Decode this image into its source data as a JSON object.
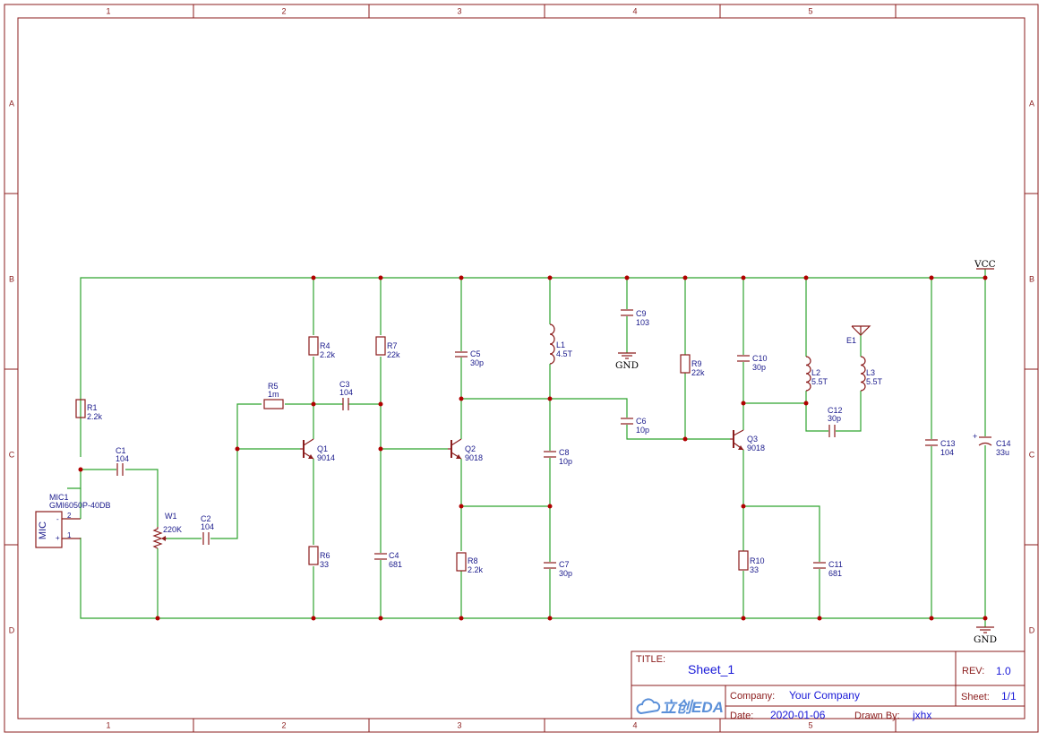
{
  "frame": {
    "columns": [
      "1",
      "2",
      "3",
      "4",
      "5"
    ],
    "rows": [
      "A",
      "B",
      "C",
      "D"
    ]
  },
  "nets": {
    "vcc": "VCC",
    "gnd": "GND"
  },
  "components": {
    "r1": {
      "ref": "R1",
      "value": "2.2k"
    },
    "r4": {
      "ref": "R4",
      "value": "2.2k"
    },
    "r5": {
      "ref": "R5",
      "value": "1m"
    },
    "r6": {
      "ref": "R6",
      "value": "33"
    },
    "r7": {
      "ref": "R7",
      "value": "22k"
    },
    "r8": {
      "ref": "R8",
      "value": "2.2k"
    },
    "r9": {
      "ref": "R9",
      "value": "22k"
    },
    "r10": {
      "ref": "R10",
      "value": "33"
    },
    "c1": {
      "ref": "C1",
      "value": "104"
    },
    "c2": {
      "ref": "C2",
      "value": "104"
    },
    "c3": {
      "ref": "C3",
      "value": "104"
    },
    "c4": {
      "ref": "C4",
      "value": "681"
    },
    "c5": {
      "ref": "C5",
      "value": "30p"
    },
    "c6": {
      "ref": "C6",
      "value": "10p"
    },
    "c7": {
      "ref": "C7",
      "value": "30p"
    },
    "c8": {
      "ref": "C8",
      "value": "10p"
    },
    "c9": {
      "ref": "C9",
      "value": "103"
    },
    "c10": {
      "ref": "C10",
      "value": "30p"
    },
    "c11": {
      "ref": "C11",
      "value": "681"
    },
    "c12": {
      "ref": "C12",
      "value": "30p"
    },
    "c13": {
      "ref": "C13",
      "value": "104"
    },
    "c14": {
      "ref": "C14",
      "value": "33u"
    },
    "l1": {
      "ref": "L1",
      "value": "4.5T"
    },
    "l2": {
      "ref": "L2",
      "value": "5.5T"
    },
    "l3": {
      "ref": "L3",
      "value": "5.5T"
    },
    "q1": {
      "ref": "Q1",
      "value": "9014"
    },
    "q2": {
      "ref": "Q2",
      "value": "9018"
    },
    "q3": {
      "ref": "Q3",
      "value": "9018"
    },
    "w1": {
      "ref": "W1",
      "value": "220K"
    },
    "e1": {
      "ref": "E1"
    },
    "mic1": {
      "ref": "MIC1",
      "value": "GMI6050P-40DB",
      "body": "MIC",
      "pin_minus": "-",
      "pin_plus": "+",
      "pin2": "2",
      "pin1": "1"
    }
  },
  "title_block": {
    "title_label": "TITLE:",
    "title": "Sheet_1",
    "rev_label": "REV:",
    "rev": "1.0",
    "company_label": "Company:",
    "company": "Your Company",
    "sheet_label": "Sheet:",
    "sheet": "1/1",
    "date_label": "Date:",
    "date": "2020-01-06",
    "drawn_label": "Drawn By:",
    "drawn": "jxhx",
    "logo_text": "立创EDA"
  }
}
